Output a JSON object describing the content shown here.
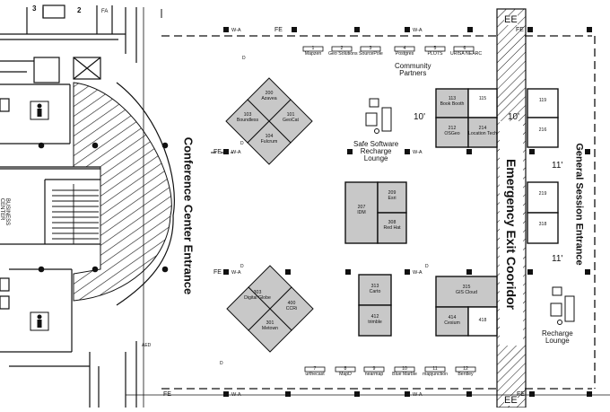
{
  "labels": {
    "conference_entrance": "Conference Center Entrance",
    "emergency_corridor": "Emergency Exit Cooridor",
    "general_entrance": "General Session Entrance",
    "community_partners": "Community\nPartners",
    "safe_software_lounge": "Safe Software\nRecharge\nLounge",
    "recharge_lounge": "Recharge\nLounge",
    "business_center": "BUSINESS\nCENTER",
    "aed": "AED",
    "width_10a": "10'",
    "width_10b": "10'",
    "width_11a": "11'",
    "width_11b": "11'",
    "ee_top": "EE",
    "ee_bottom": "EE",
    "fa": "FA",
    "num3": "3",
    "num2": "2"
  },
  "markers": {
    "fe": "FE",
    "wa": "W-A",
    "d": "D"
  },
  "booths": {
    "b200": {
      "num": "200",
      "name": "Azavea"
    },
    "b103": {
      "num": "103",
      "name": "Boundless"
    },
    "b101": {
      "num": "101",
      "name": "GeoCat"
    },
    "b104": {
      "num": "104",
      "name": "Fulcrum"
    },
    "b303": {
      "num": "303",
      "name": "Digital Globe"
    },
    "b400": {
      "num": "400",
      "name": "CCRi"
    },
    "b301": {
      "num": "301",
      "name": "Metown"
    },
    "b207": {
      "num": "207",
      "name": "IDM"
    },
    "b209": {
      "num": "209",
      "name": "Esri"
    },
    "b308": {
      "num": "308",
      "name": "Red Hat"
    },
    "b313": {
      "num": "313",
      "name": "Carto"
    },
    "b412": {
      "num": "412",
      "name": "trimble"
    },
    "b113": {
      "num": "113",
      "name": "Book Booth"
    },
    "b115": {
      "num": "115",
      "name": ""
    },
    "b212": {
      "num": "212",
      "name": "OSGeo"
    },
    "b214": {
      "num": "214",
      "name": "Location Tech"
    },
    "b315": {
      "num": "315",
      "name": "GIS Cloud"
    },
    "b414": {
      "num": "414",
      "name": "Cesium"
    },
    "b418": {
      "num": "418",
      "name": ""
    },
    "b119": {
      "num": "119",
      "name": ""
    },
    "b216": {
      "num": "216",
      "name": ""
    },
    "b219": {
      "num": "219",
      "name": ""
    },
    "b318": {
      "num": "318",
      "name": ""
    }
  },
  "tables_top": [
    {
      "num": "1",
      "name": "Mapzen"
    },
    {
      "num": "2",
      "name": "Geo Solutions"
    },
    {
      "num": "3",
      "name": "SourcePole"
    },
    {
      "num": "4",
      "name": "Postgres"
    },
    {
      "num": "5",
      "name": "PLOTS"
    },
    {
      "num": "6",
      "name": "URISA NEARC"
    }
  ],
  "tables_bottom": [
    {
      "num": "7",
      "name": "urthecast"
    },
    {
      "num": "8",
      "name": "MapD"
    },
    {
      "num": "9",
      "name": "nearmap"
    },
    {
      "num": "10",
      "name": "Blue Marble"
    },
    {
      "num": "11",
      "name": "mapjunction"
    },
    {
      "num": "12",
      "name": "Bentley"
    }
  ],
  "colors": {
    "booth_fill": "#c8c8c8",
    "line": "#111111",
    "corridor": "#111111"
  }
}
